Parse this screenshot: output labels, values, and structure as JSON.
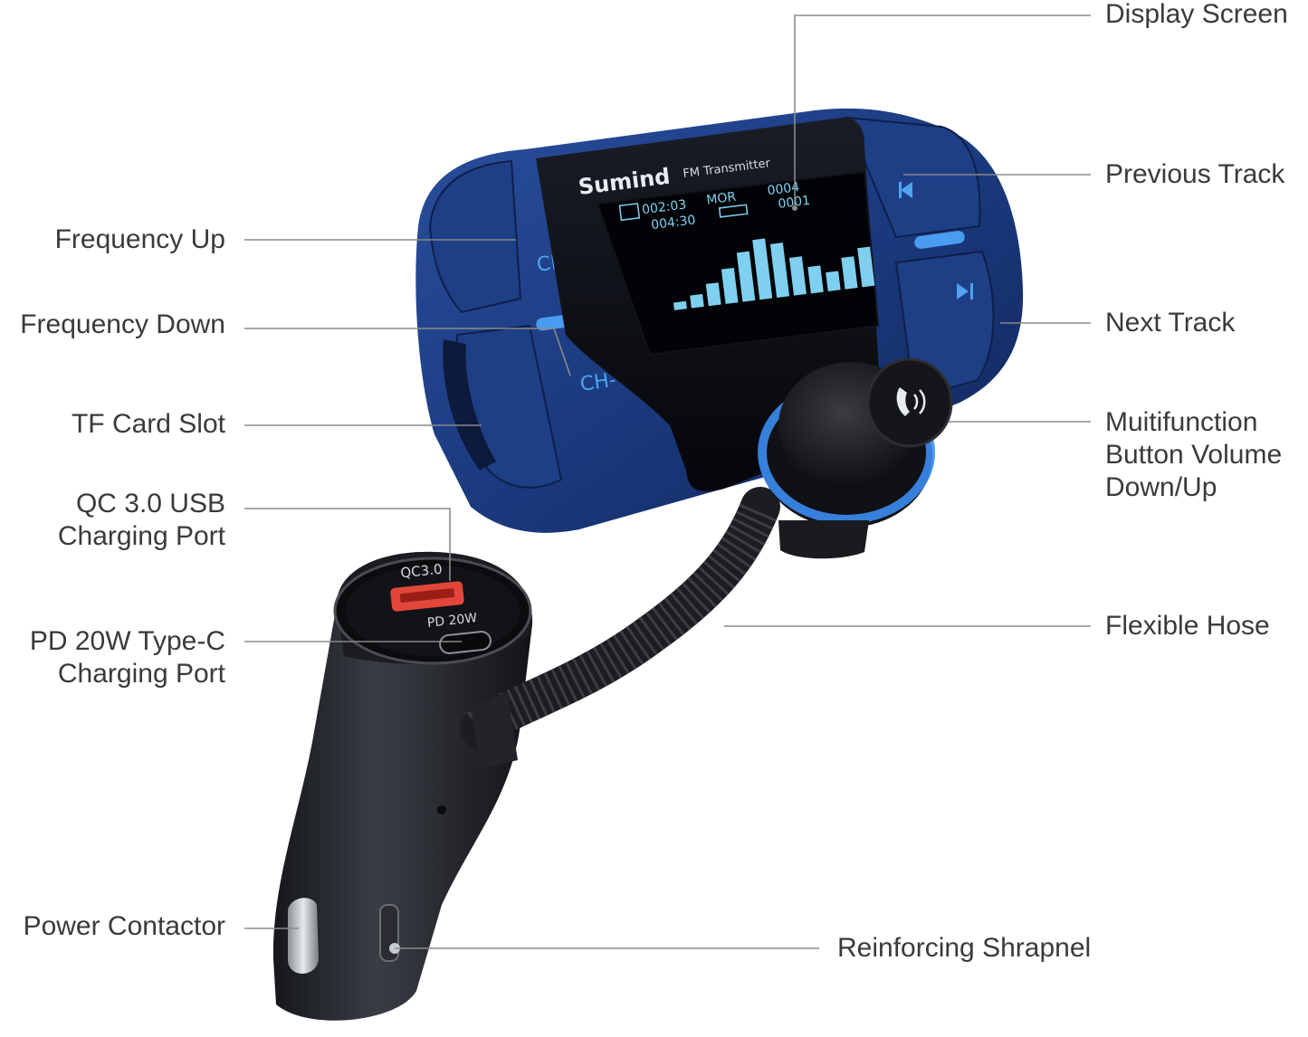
{
  "brand": "Sumind",
  "brand_sub": "FM Transmitter",
  "screen": {
    "row1_time": "002:03",
    "row1_mode": "MOR",
    "row1_count": "0004",
    "row2_time": "004:30",
    "row2_count": "0001",
    "eq_levels": [
      0.12,
      0.2,
      0.35,
      0.55,
      0.78,
      0.95,
      0.85,
      0.6,
      0.42,
      0.3,
      0.5,
      0.62
    ]
  },
  "buttons": {
    "ch_plus": "CH+",
    "ch_minus": "CH-"
  },
  "ports": {
    "qc": "QC3.0",
    "pd": "PD 20W"
  },
  "colors": {
    "body_blue": "#1d3f86",
    "accent_blue": "#3a86e8",
    "lcd": "#7fd0f0",
    "qc_red": "#e2463a"
  },
  "labels": {
    "display_screen": "Display Screen",
    "previous_track": "Previous Track",
    "frequency_up": "Frequency Up",
    "frequency_down": "Frequency Down",
    "next_track": "Next Track",
    "tf_card_slot": "TF Card Slot",
    "multifunction": [
      "Muitifunction",
      "Button Volume",
      "Down/Up"
    ],
    "qc_usb": [
      "QC 3.0 USB",
      "Charging Port"
    ],
    "pd_typec": [
      "PD 20W Type-C",
      "Charging Port"
    ],
    "flexible_hose": "Flexible Hose",
    "power_contactor": "Power Contactor",
    "reinforcing_shrapnel": "Reinforcing Shrapnel"
  }
}
